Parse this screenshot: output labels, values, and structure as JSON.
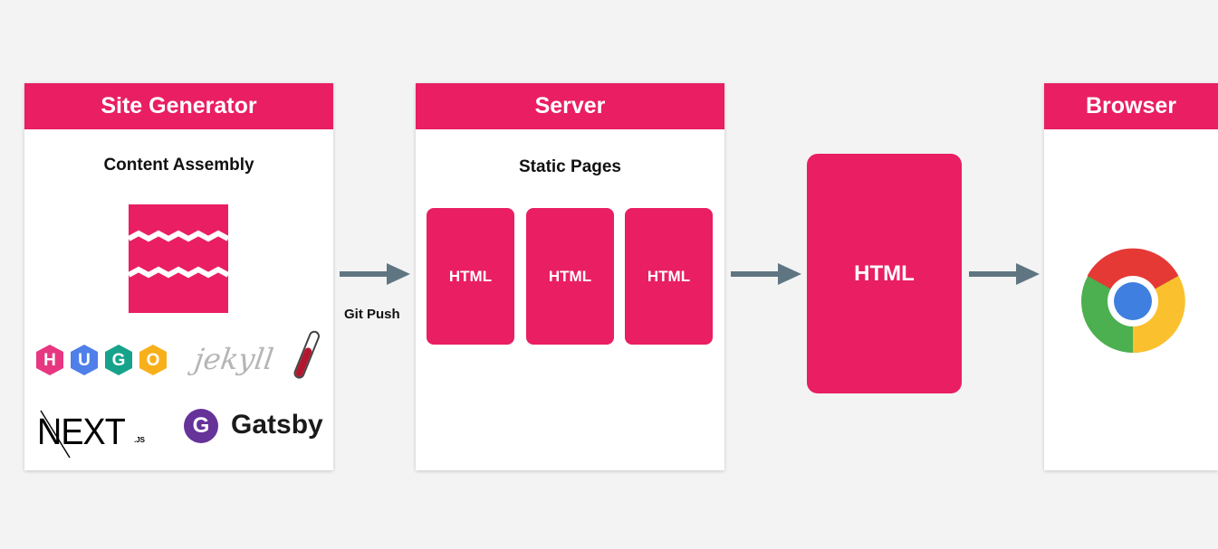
{
  "site_generator": {
    "title": "Site Generator",
    "subtitle": "Content Assembly",
    "logos": {
      "hugo": [
        "H",
        "U",
        "G",
        "O"
      ],
      "jekyll": "jekyll",
      "next": "NEXT",
      "next_suffix": ".JS",
      "gatsby": "Gatsby",
      "gatsby_mark": "G"
    }
  },
  "connector": {
    "label": "Git Push"
  },
  "server": {
    "title": "Server",
    "subtitle": "Static Pages",
    "pages": [
      "HTML",
      "HTML",
      "HTML"
    ]
  },
  "delivered": {
    "label": "HTML"
  },
  "browser": {
    "title": "Browser"
  },
  "colors": {
    "brand_pink": "#e91e63",
    "arrow": "#5f7682",
    "background": "#f3f3f3"
  },
  "icons": [
    "content-assembly-icon",
    "hugo-logo",
    "jekyll-logo",
    "nextjs-logo",
    "gatsby-logo",
    "chrome-icon",
    "arrow-right-icon"
  ]
}
